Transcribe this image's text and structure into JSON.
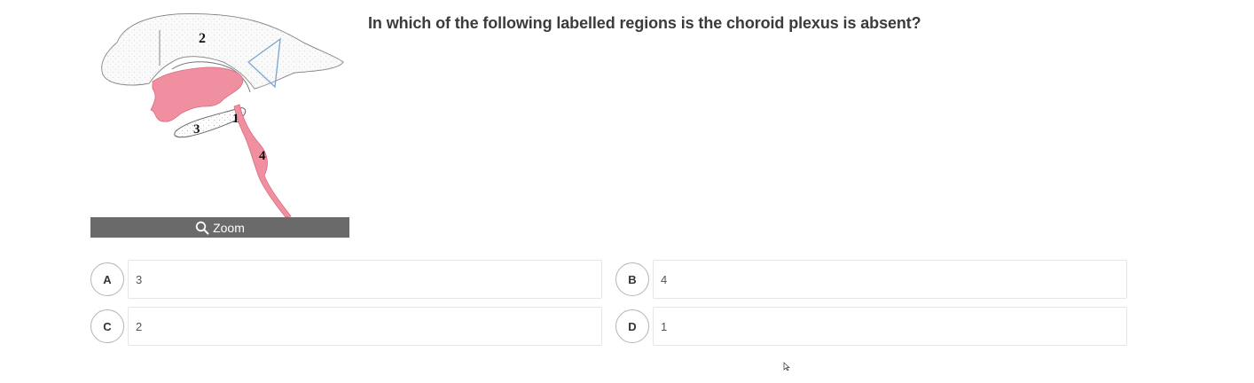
{
  "figure": {
    "labels": [
      "2",
      "1",
      "3",
      "4"
    ],
    "zoom_label": "Zoom",
    "zoom_icon": "search-icon"
  },
  "question": {
    "text": "In which of the following labelled regions is the choroid plexus is absent?"
  },
  "options": [
    {
      "letter": "A",
      "value": "3"
    },
    {
      "letter": "B",
      "value": "4"
    },
    {
      "letter": "C",
      "value": "2"
    },
    {
      "letter": "D",
      "value": "1"
    }
  ],
  "colors": {
    "ventricle_fill": "#f08fa0",
    "zoom_bar": "#6a6a6a",
    "line_blue": "#7aa3d4"
  }
}
